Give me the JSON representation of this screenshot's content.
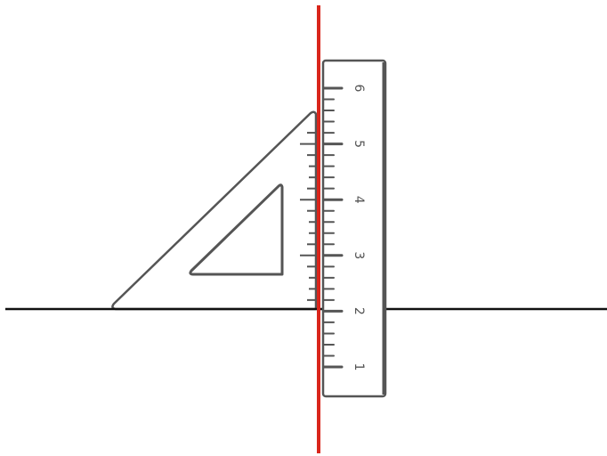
{
  "colors": {
    "horizontal_line": "#111111",
    "perpendicular_line": "#d9261c",
    "tool_outline": "#555555",
    "tool_fill": "#ffffff",
    "background": "#ffffff"
  },
  "ruler": {
    "labels": [
      "1",
      "2",
      "3",
      "4",
      "5",
      "6"
    ]
  }
}
